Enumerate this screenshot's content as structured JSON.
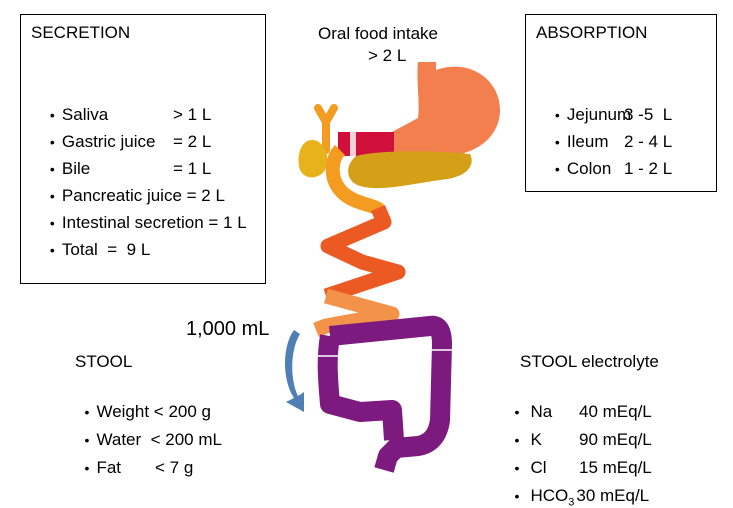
{
  "secretion": {
    "title": "SECRETION",
    "items": [
      {
        "label": "Saliva",
        "value": "> 1 L"
      },
      {
        "label": "Gastric juice",
        "value": "= 2 L"
      },
      {
        "label": "Bile",
        "value": "= 1 L"
      },
      {
        "label": "Pancreatic juice",
        "value": "= 2 L"
      },
      {
        "label": "Intestinal secretion",
        "value": "= 1 L"
      },
      {
        "label": "Total",
        "value": "=  9 L"
      }
    ]
  },
  "absorption": {
    "title": "ABSORPTION",
    "items": [
      {
        "label": "Jejunum",
        "value": "3 -5  L"
      },
      {
        "label": "Ileum",
        "value": "2 - 4 L"
      },
      {
        "label": "Colon",
        "value": "1 - 2 L"
      }
    ]
  },
  "intake": {
    "line1": "Oral food intake",
    "line2": "> 2 L"
  },
  "transit": {
    "label": "1,000 mL"
  },
  "stool": {
    "title": "STOOL",
    "items": [
      {
        "label": "Weight",
        "value": "< 200 g"
      },
      {
        "label": "Water",
        "value": "< 200 mL"
      },
      {
        "label": "Fat",
        "value": "< 7 g"
      }
    ]
  },
  "electrolytes": {
    "title": "STOOL electrolyte",
    "items": [
      {
        "label": "Na",
        "value": "40 mEq/L"
      },
      {
        "label": "K",
        "value": "90 mEq/L"
      },
      {
        "label": "Cl",
        "value": "15 mEq/L"
      },
      {
        "label": "HCO",
        "sub": "3",
        "value": "30 mEq/L"
      }
    ]
  },
  "bullet": "•",
  "colors": {
    "stomach": "#f47f4e",
    "stomach_red": "#d0103a",
    "pancreas": "#d4a017",
    "gallbladder": "#e8b21c",
    "duodenum": "#f39c21",
    "jejunum": "#ec5a24",
    "ileum": "#f3934a",
    "colon": "#7d1a7f",
    "arrow": "#4f7fb5"
  }
}
